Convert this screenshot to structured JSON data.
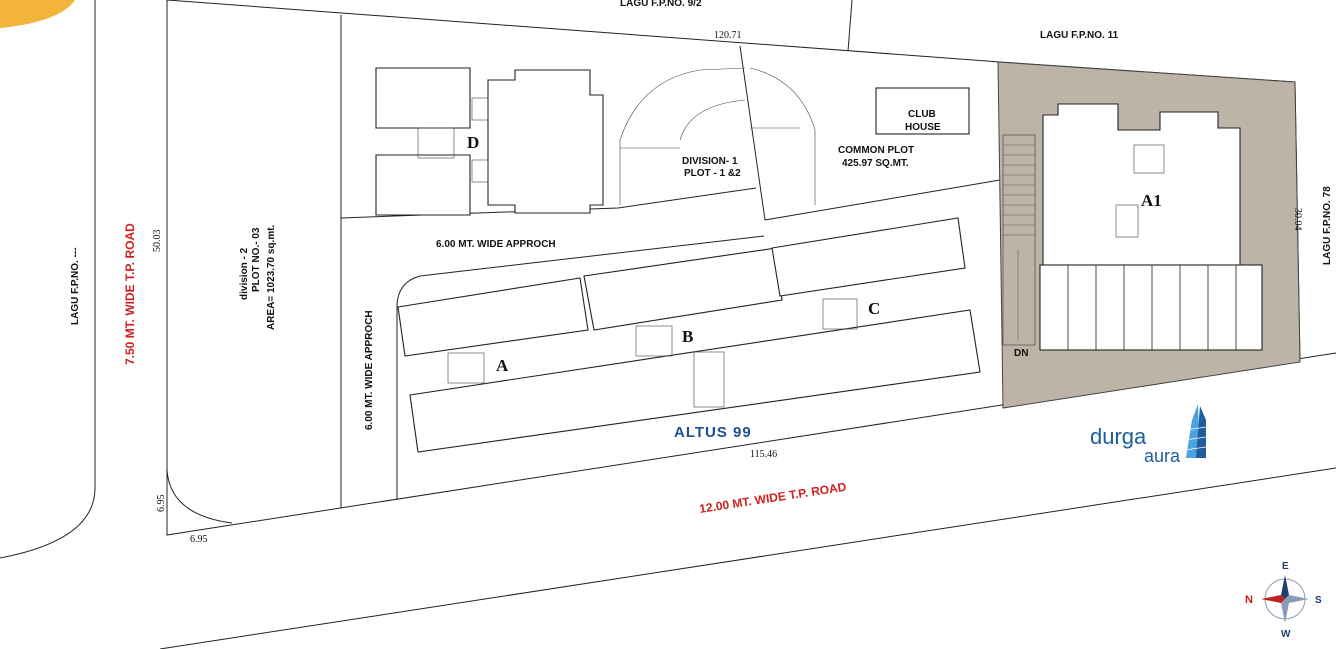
{
  "neighbours": {
    "top_partial": "LAGU F.P.NO. 9/2",
    "top_right": "LAGU F.P.NO. 11",
    "right": "LAGU F.P.NO. 78",
    "left": "LAGU F.P.NO. ---"
  },
  "roads": {
    "west": "7.50 MT. WIDE T.P. ROAD",
    "south": "12.00 MT. WIDE T.P. ROAD"
  },
  "approaches": {
    "horizontal": "6.00 MT. WIDE APPROCH",
    "vertical": "6.00 MT. WIDE APPROCH"
  },
  "dimensions": {
    "top": "120.71",
    "left": "50.03",
    "bottom": "115.46",
    "right": "30.04",
    "corner_vertical": "6.95",
    "corner_horizontal": "6.95"
  },
  "plots": {
    "division2": {
      "line1": "division - 2",
      "line2": "PLOT NO.- 03",
      "line3": "AREA= 1023.70 sq.mt."
    },
    "division1": {
      "line1": "DIVISION- 1",
      "line2": "PLOT - 1 &2"
    },
    "common_plot": {
      "line1": "COMMON PLOT",
      "line2": "425.97 SQ.MT."
    },
    "club_house": {
      "line1": "CLUB",
      "line2": "HOUSE"
    }
  },
  "wings": {
    "a": "A",
    "b": "B",
    "c": "C",
    "d": "D",
    "a1": "A1"
  },
  "stair_note": "DN",
  "project_name": "ALTUS 99",
  "brand": {
    "word1": "durga",
    "word2": "aura"
  },
  "compass": {
    "n": "N",
    "e": "E",
    "s": "S",
    "w": "W"
  },
  "colors": {
    "road_text": "#d21f1f",
    "shaded_plot": "#bdb4a7",
    "brand_blue": "#1f5e9c",
    "brand_light": "#4aa3df",
    "accent_yellow": "#f2b53a",
    "project_name": "#1f4f8f"
  }
}
